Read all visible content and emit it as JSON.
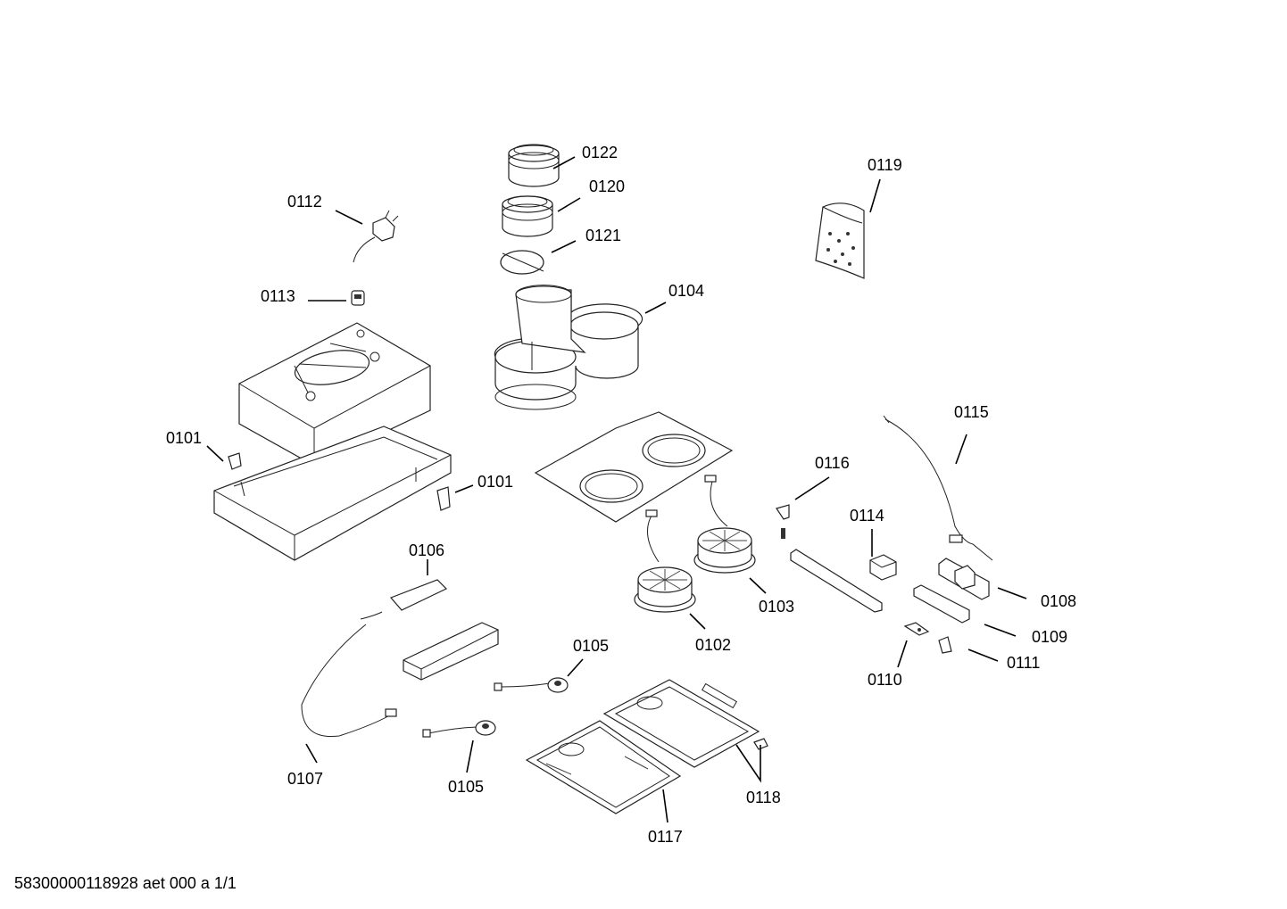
{
  "labels": {
    "p0101a": "0101",
    "p0101b": "0101",
    "p0102": "0102",
    "p0103": "0103",
    "p0104": "0104",
    "p0105a": "0105",
    "p0105b": "0105",
    "p0106": "0106",
    "p0107": "0107",
    "p0108": "0108",
    "p0109": "0109",
    "p0110": "0110",
    "p0111": "0111",
    "p0112": "0112",
    "p0113": "0113",
    "p0114": "0114",
    "p0115": "0115",
    "p0116": "0116",
    "p0117": "0117",
    "p0118": "0118",
    "p0119": "0119",
    "p0120": "0120",
    "p0121": "0121",
    "p0122": "0122"
  },
  "footer": {
    "text": "58300000118928 aet 000 a 1/1"
  }
}
